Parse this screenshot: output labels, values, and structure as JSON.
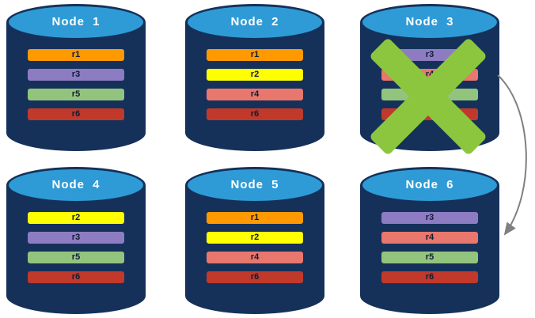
{
  "diagram": {
    "colors": {
      "background": "#ffffff",
      "cylinder_body": "#15315a",
      "cylinder_top": "#2e9bd6",
      "node_label_text": "#ffffff",
      "bar_label_text": "#101c36",
      "x_mark": "#8cc63e",
      "arrow": "#808080"
    },
    "icons": {
      "x_mark": "x-mark-icon",
      "failover_arrow": "curved-arrow-icon"
    },
    "nodes": [
      {
        "label": "Node 1",
        "bars": [
          {
            "label": "r1",
            "color": "#ff9900"
          },
          {
            "label": "r3",
            "color": "#8e7cc3"
          },
          {
            "label": "r5",
            "color": "#93c47d"
          },
          {
            "label": "r6",
            "color": "#c0392b"
          }
        ]
      },
      {
        "label": "Node 2",
        "bars": [
          {
            "label": "r1",
            "color": "#ff9900"
          },
          {
            "label": "r2",
            "color": "#ffff00"
          },
          {
            "label": "r4",
            "color": "#e8776d"
          },
          {
            "label": "r6",
            "color": "#c0392b"
          }
        ]
      },
      {
        "label": "Node 3",
        "bars": [
          {
            "label": "r3",
            "color": "#8e7cc3"
          },
          {
            "label": "r4",
            "color": "#e8776d"
          },
          {
            "label": "r5",
            "color": "#93c47d"
          },
          {
            "label": "r6",
            "color": "#c0392b"
          }
        ]
      },
      {
        "label": "Node 4",
        "bars": [
          {
            "label": "r2",
            "color": "#ffff00"
          },
          {
            "label": "r3",
            "color": "#8e7cc3"
          },
          {
            "label": "r5",
            "color": "#93c47d"
          },
          {
            "label": "r6",
            "color": "#c0392b"
          }
        ]
      },
      {
        "label": "Node 5",
        "bars": [
          {
            "label": "r1",
            "color": "#ff9900"
          },
          {
            "label": "r2",
            "color": "#ffff00"
          },
          {
            "label": "r4",
            "color": "#e8776d"
          },
          {
            "label": "r6",
            "color": "#c0392b"
          }
        ]
      },
      {
        "label": "Node 6",
        "bars": [
          {
            "label": "r3",
            "color": "#8e7cc3"
          },
          {
            "label": "r4",
            "color": "#e8776d"
          },
          {
            "label": "r5",
            "color": "#93c47d"
          },
          {
            "label": "r6",
            "color": "#c0392b"
          }
        ]
      }
    ]
  }
}
